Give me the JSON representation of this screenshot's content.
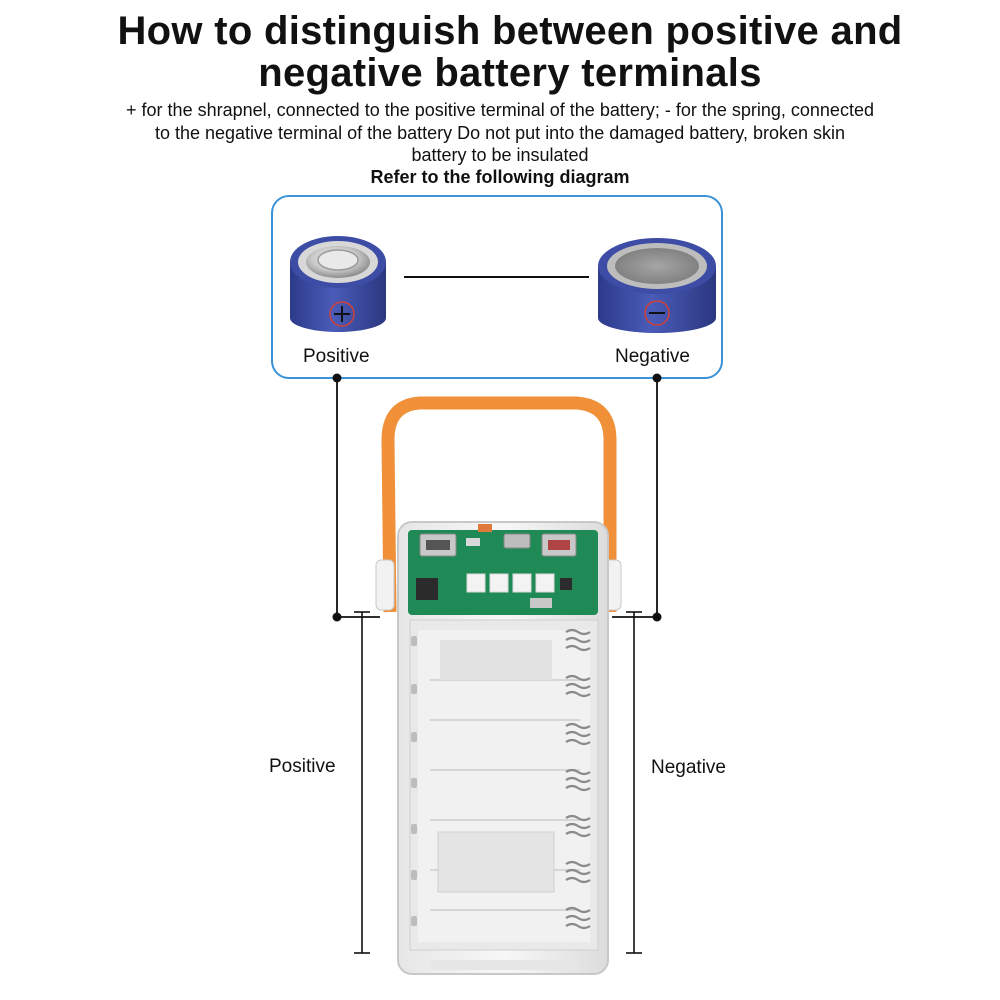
{
  "header": {
    "title_line1": "How to distinguish between positive and",
    "title_line2": "negative battery terminals",
    "description_line1": "+ for the shrapnel, connected to the positive terminal of the battery; - for the spring, connected",
    "description_line2": "to the negative terminal of the battery Do not put into the damaged battery, broken skin",
    "description_line3": "battery to be insulated",
    "refer": "Refer to the following diagram"
  },
  "panel": {
    "positive_label": "Positive",
    "negative_label": "Negative",
    "positive_symbol": "+",
    "negative_symbol": "−"
  },
  "device": {
    "positive_label": "Positive",
    "negative_label": "Negative"
  },
  "colors": {
    "panel_border": "#3a93d6",
    "battery_blue": "#3f4fa6",
    "handle_orange": "#f0913a",
    "pcb_green": "#1f8a55",
    "symbol_red": "#d0413a"
  }
}
